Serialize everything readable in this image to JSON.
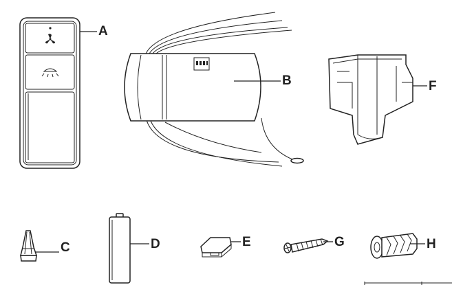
{
  "labels": {
    "A": "A",
    "B": "B",
    "C": "C",
    "D": "D",
    "E": "E",
    "F": "F",
    "G": "G",
    "H": "H"
  },
  "icons": {
    "remote_fan_button": "fan-icon",
    "remote_light_button": "light-icon"
  }
}
